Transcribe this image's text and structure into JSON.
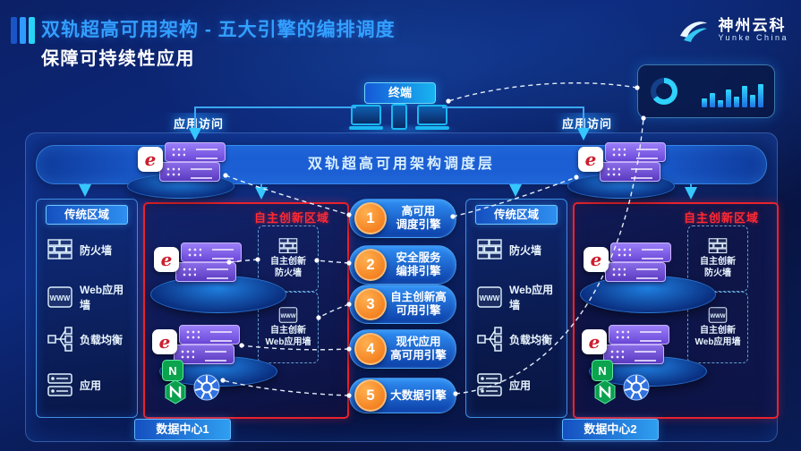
{
  "header": {
    "title": "双轨超高可用架构 - 五大引擎的编排调度",
    "subtitle": "保障可持续性应用",
    "logo_name": "神州云科",
    "logo_sub": "Yunke China"
  },
  "top": {
    "terminal": "终端",
    "access_left": "应用访问",
    "access_right": "应用访问"
  },
  "scheduler_label": "双轨超高可用架构调度层",
  "brand": {
    "badge_letter": "e",
    "nginx_letter": "N"
  },
  "engines": [
    {
      "num": "1",
      "line1": "高可用",
      "line2": "调度引擎"
    },
    {
      "num": "2",
      "line1": "安全服务",
      "line2": "编排引擎"
    },
    {
      "num": "3",
      "line1": "自主创新高",
      "line2": "可用引擎"
    },
    {
      "num": "4",
      "line1": "现代应用",
      "line2": "高可用引擎"
    },
    {
      "num": "5",
      "line1": "大数据引擎",
      "line2": ""
    }
  ],
  "dc1": {
    "zone_label": "传统区域",
    "items": [
      {
        "label": "防火墙"
      },
      {
        "label": "Web应用墙"
      },
      {
        "label": "负载均衡"
      },
      {
        "label": "应用"
      }
    ],
    "inno_label": "自主创新区域",
    "inno_boxes": [
      {
        "line1": "自主创新",
        "line2": "防火墙"
      },
      {
        "line1": "自主创新",
        "line2": "Web应用墙"
      }
    ],
    "name": "数据中心1"
  },
  "dc2": {
    "zone_label": "传统区域",
    "items": [
      {
        "label": "防火墙"
      },
      {
        "label": "Web应用墙"
      },
      {
        "label": "负载均衡"
      },
      {
        "label": "应用"
      }
    ],
    "inno_label": "自主创新区域",
    "inno_boxes": [
      {
        "line1": "自主创新",
        "line2": "防火墙"
      },
      {
        "line1": "自主创新",
        "line2": "Web应用墙"
      }
    ],
    "name": "数据中心2"
  },
  "colors": {
    "accent_blue": "#2f9bff",
    "cyan": "#28d4f5",
    "innovation_red": "#e8232e",
    "engine_orange": "#f07010",
    "server_purple": "#7b5fe0"
  }
}
